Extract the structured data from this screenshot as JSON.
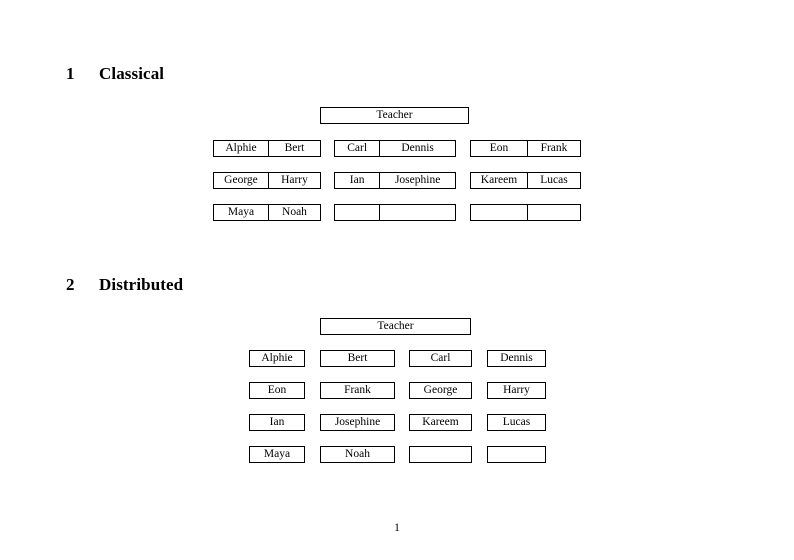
{
  "document": {
    "page_number": "1"
  },
  "sections": [
    {
      "number": "1",
      "title": "Classical",
      "root": {
        "label": "Teacher"
      },
      "groups": [
        {
          "rows": [
            {
              "cells": [
                {
                  "label": "Alphie"
                },
                {
                  "label": "Bert"
                }
              ]
            },
            {
              "cells": [
                {
                  "label": "George"
                },
                {
                  "label": "Harry"
                }
              ]
            },
            {
              "cells": [
                {
                  "label": "Maya"
                },
                {
                  "label": "Noah"
                }
              ]
            }
          ]
        },
        {
          "rows": [
            {
              "cells": [
                {
                  "label": "Carl"
                },
                {
                  "label": "Dennis"
                }
              ]
            },
            {
              "cells": [
                {
                  "label": "Ian"
                },
                {
                  "label": "Josephine"
                }
              ]
            },
            {
              "cells": [
                {
                  "label": ""
                },
                {
                  "label": ""
                }
              ]
            }
          ]
        },
        {
          "rows": [
            {
              "cells": [
                {
                  "label": "Eon"
                },
                {
                  "label": "Frank"
                }
              ]
            },
            {
              "cells": [
                {
                  "label": "Kareem"
                },
                {
                  "label": "Lucas"
                }
              ]
            },
            {
              "cells": [
                {
                  "label": ""
                },
                {
                  "label": ""
                }
              ]
            }
          ]
        }
      ]
    },
    {
      "number": "2",
      "title": "Distributed",
      "root": {
        "label": "Teacher"
      },
      "rows": [
        {
          "cells": [
            {
              "label": "Alphie"
            },
            {
              "label": "Bert"
            },
            {
              "label": "Carl"
            },
            {
              "label": "Dennis"
            }
          ]
        },
        {
          "cells": [
            {
              "label": "Eon"
            },
            {
              "label": "Frank"
            },
            {
              "label": "George"
            },
            {
              "label": "Harry"
            }
          ]
        },
        {
          "cells": [
            {
              "label": "Ian"
            },
            {
              "label": "Josephine"
            },
            {
              "label": "Kareem"
            },
            {
              "label": "Lucas"
            }
          ]
        },
        {
          "cells": [
            {
              "label": "Maya"
            },
            {
              "label": "Noah"
            },
            {
              "label": ""
            },
            {
              "label": ""
            }
          ]
        }
      ]
    }
  ]
}
